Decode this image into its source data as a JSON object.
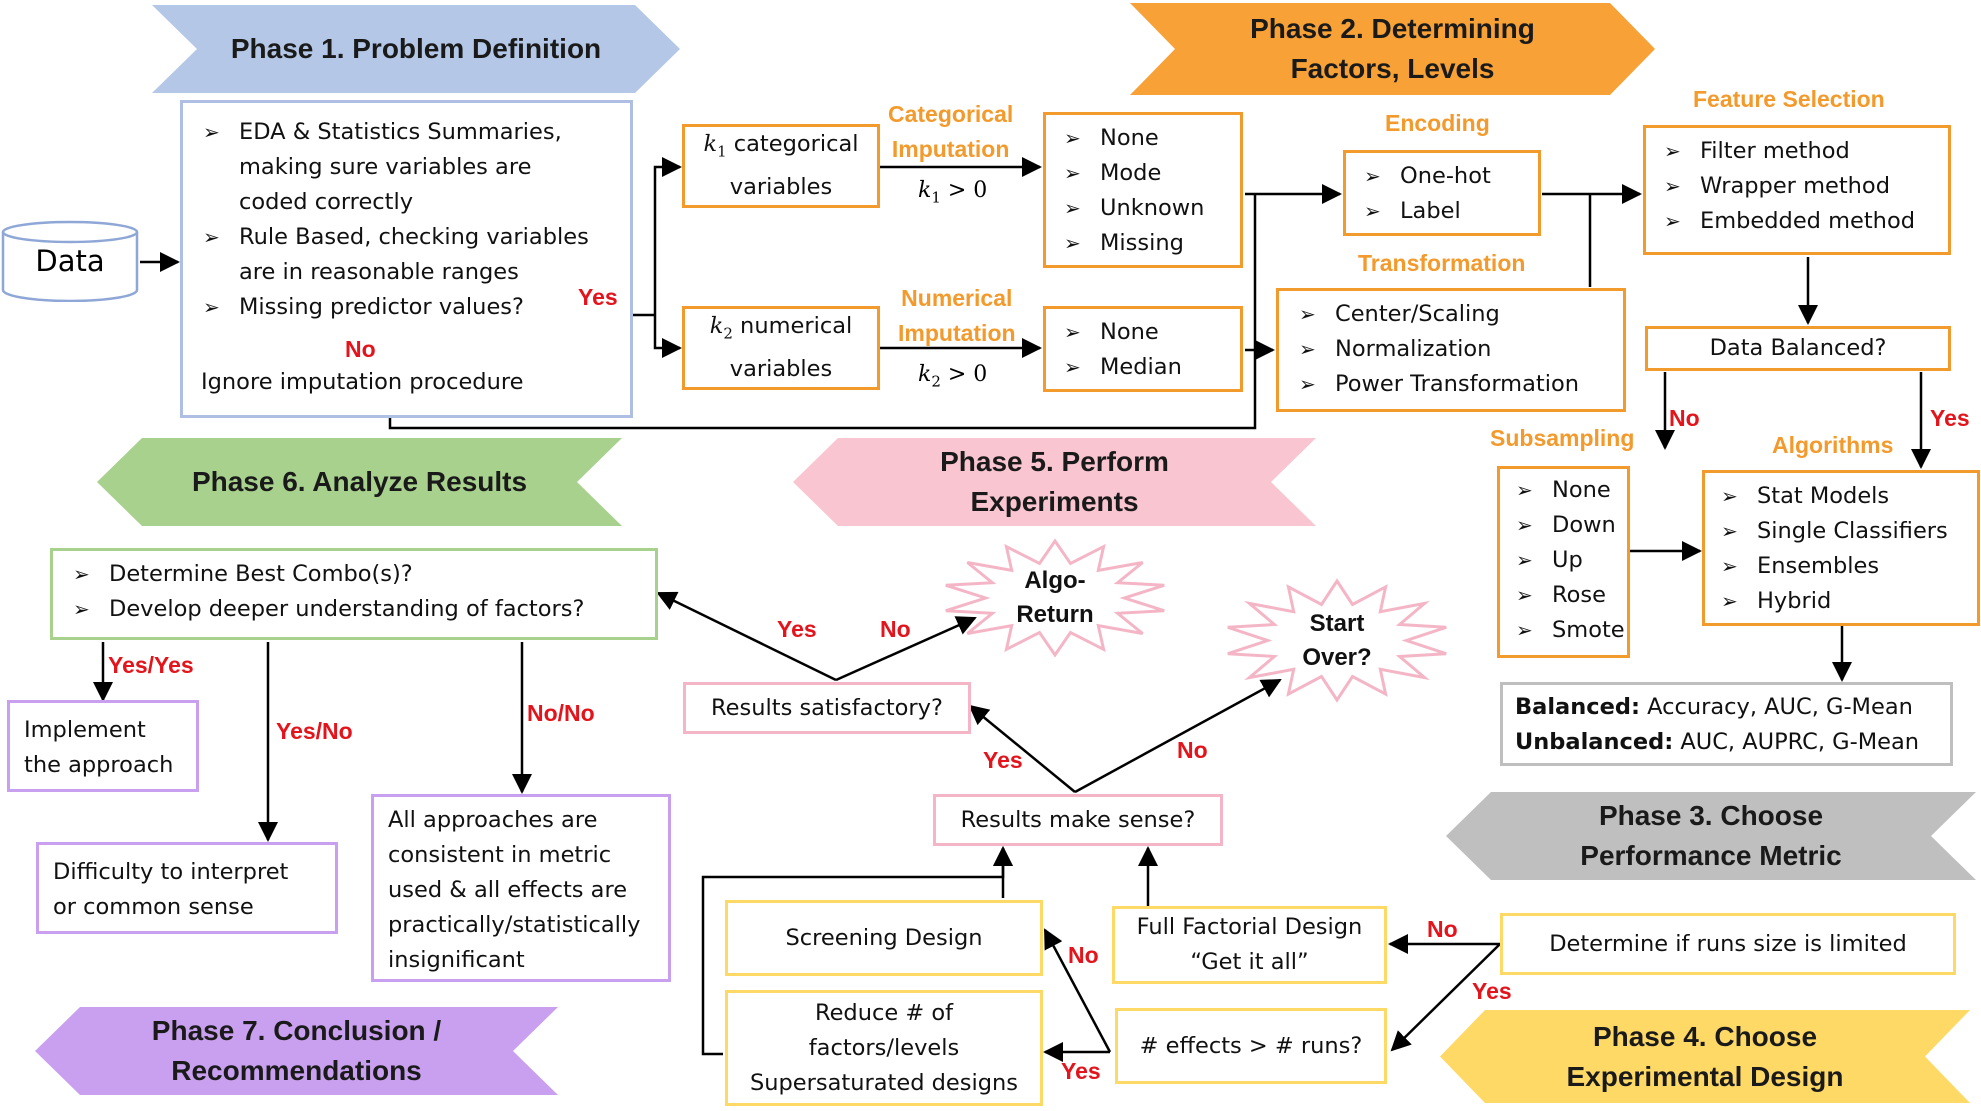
{
  "phases": {
    "p1": "Phase 1. Problem Definition",
    "p2": [
      "Phase 2. Determining",
      "Factors, Levels"
    ],
    "p3": [
      "Phase 3. Choose",
      "Performance Metric"
    ],
    "p4": [
      "Phase 4. Choose",
      "Experimental Design"
    ],
    "p5": [
      "Phase 5. Perform",
      "Experiments"
    ],
    "p6": "Phase 6. Analyze Results",
    "p7": [
      "Phase 7. Conclusion /",
      "Recommendations"
    ]
  },
  "colors": {
    "phase1": "#b4c7e7",
    "phase2": "#f7a137",
    "phase3": "#bfbfbf",
    "phase4": "#ffd966",
    "phase5": "#f9c5d1",
    "phase6": "#a9d18e",
    "phase7": "#c9a0f0",
    "blueBox": "#aebfe3",
    "orangeBox": "#f39a2d",
    "yellowBox": "#ffd966",
    "pinkBox": "#f4b6c6",
    "greenBox": "#a9d18e",
    "purpleBox": "#c9a0f0",
    "grayBox": "#bfbfbf",
    "red": "#e3141b",
    "orangeText": "#f39a2d"
  },
  "data_node": "Data",
  "p1_box": {
    "items": [
      [
        "EDA & Statistics Summaries,",
        "making sure variables are",
        "coded correctly"
      ],
      [
        "Rule Based, checking variables",
        "are in reasonable ranges"
      ],
      [
        "Missing predictor values?"
      ]
    ],
    "ignore": "Ignore imputation procedure",
    "yes": "Yes",
    "no": "No"
  },
  "k1_box": {
    "var": "k",
    "sub": "1",
    "line1": " categorical",
    "line2": "variables"
  },
  "k2_box": {
    "var": "k",
    "sub": "2",
    "line1": " numerical",
    "line2": "variables"
  },
  "cat_imp": {
    "title": [
      "Categorical",
      "Imputation"
    ],
    "cond_var": "k",
    "cond_sub": "1",
    "cond_rest": " > 0",
    "items": [
      "None",
      "Mode",
      "Unknown",
      "Missing"
    ]
  },
  "num_imp": {
    "title": [
      "Numerical",
      "Imputation"
    ],
    "cond_var": "k",
    "cond_sub": "2",
    "cond_rest": " > 0",
    "items": [
      "None",
      "Median"
    ]
  },
  "encoding": {
    "title": "Encoding",
    "items": [
      "One-hot",
      "Label"
    ]
  },
  "transformation": {
    "title": "Transformation",
    "items": [
      "Center/Scaling",
      "Normalization",
      "Power Transformation"
    ]
  },
  "feature_selection": {
    "title": "Feature Selection",
    "items": [
      "Filter method",
      "Wrapper method",
      "Embedded method"
    ]
  },
  "data_balanced": {
    "text": "Data Balanced?",
    "no": "No",
    "yes": "Yes"
  },
  "subsampling": {
    "title": "Subsampling",
    "items": [
      "None",
      "Down",
      "Up",
      "Rose",
      "Smote"
    ]
  },
  "algorithms": {
    "title": "Algorithms",
    "items": [
      "Stat Models",
      "Single Classifiers",
      "Ensembles",
      "Hybrid"
    ]
  },
  "metrics": {
    "balanced_label": "Balanced:",
    "balanced_value": " Accuracy, AUC, G-Mean",
    "unbalanced_label": "Unbalanced:",
    "unbalanced_value": " AUC, AUPRC, G-Mean"
  },
  "design": {
    "runs_limited": "Determine if runs size is limited",
    "full_factorial": [
      "Full Factorial Design",
      "“Get it all”"
    ],
    "effects_runs": "# effects > # runs?",
    "screening": "Screening Design",
    "reduce": [
      "Reduce # of",
      "factors/levels",
      "Supersaturated designs"
    ],
    "no1": "No",
    "yes1": "Yes",
    "no2": "No",
    "yes2": "Yes"
  },
  "experiments": {
    "make_sense": "Results make sense?",
    "satisfactory": "Results satisfactory?",
    "algo_return": [
      "Algo-",
      "Return"
    ],
    "start_over": [
      "Start",
      "Over?"
    ],
    "yes_ms": "Yes",
    "no_ms": "No",
    "yes_sat": "Yes",
    "no_sat": "No"
  },
  "analyze": {
    "items": [
      "Determine Best Combo(s)?",
      "Develop deeper understanding of factors?"
    ],
    "yy": "Yes/Yes",
    "yn": "Yes/No",
    "nn": "No/No",
    "implement": [
      "Implement",
      "the approach"
    ],
    "difficulty": [
      "Difficulty to interpret",
      "or common sense"
    ],
    "consistent": [
      "All approaches are",
      "consistent in metric",
      "used & all effects are",
      "practically/statistically",
      "insignificant"
    ]
  }
}
